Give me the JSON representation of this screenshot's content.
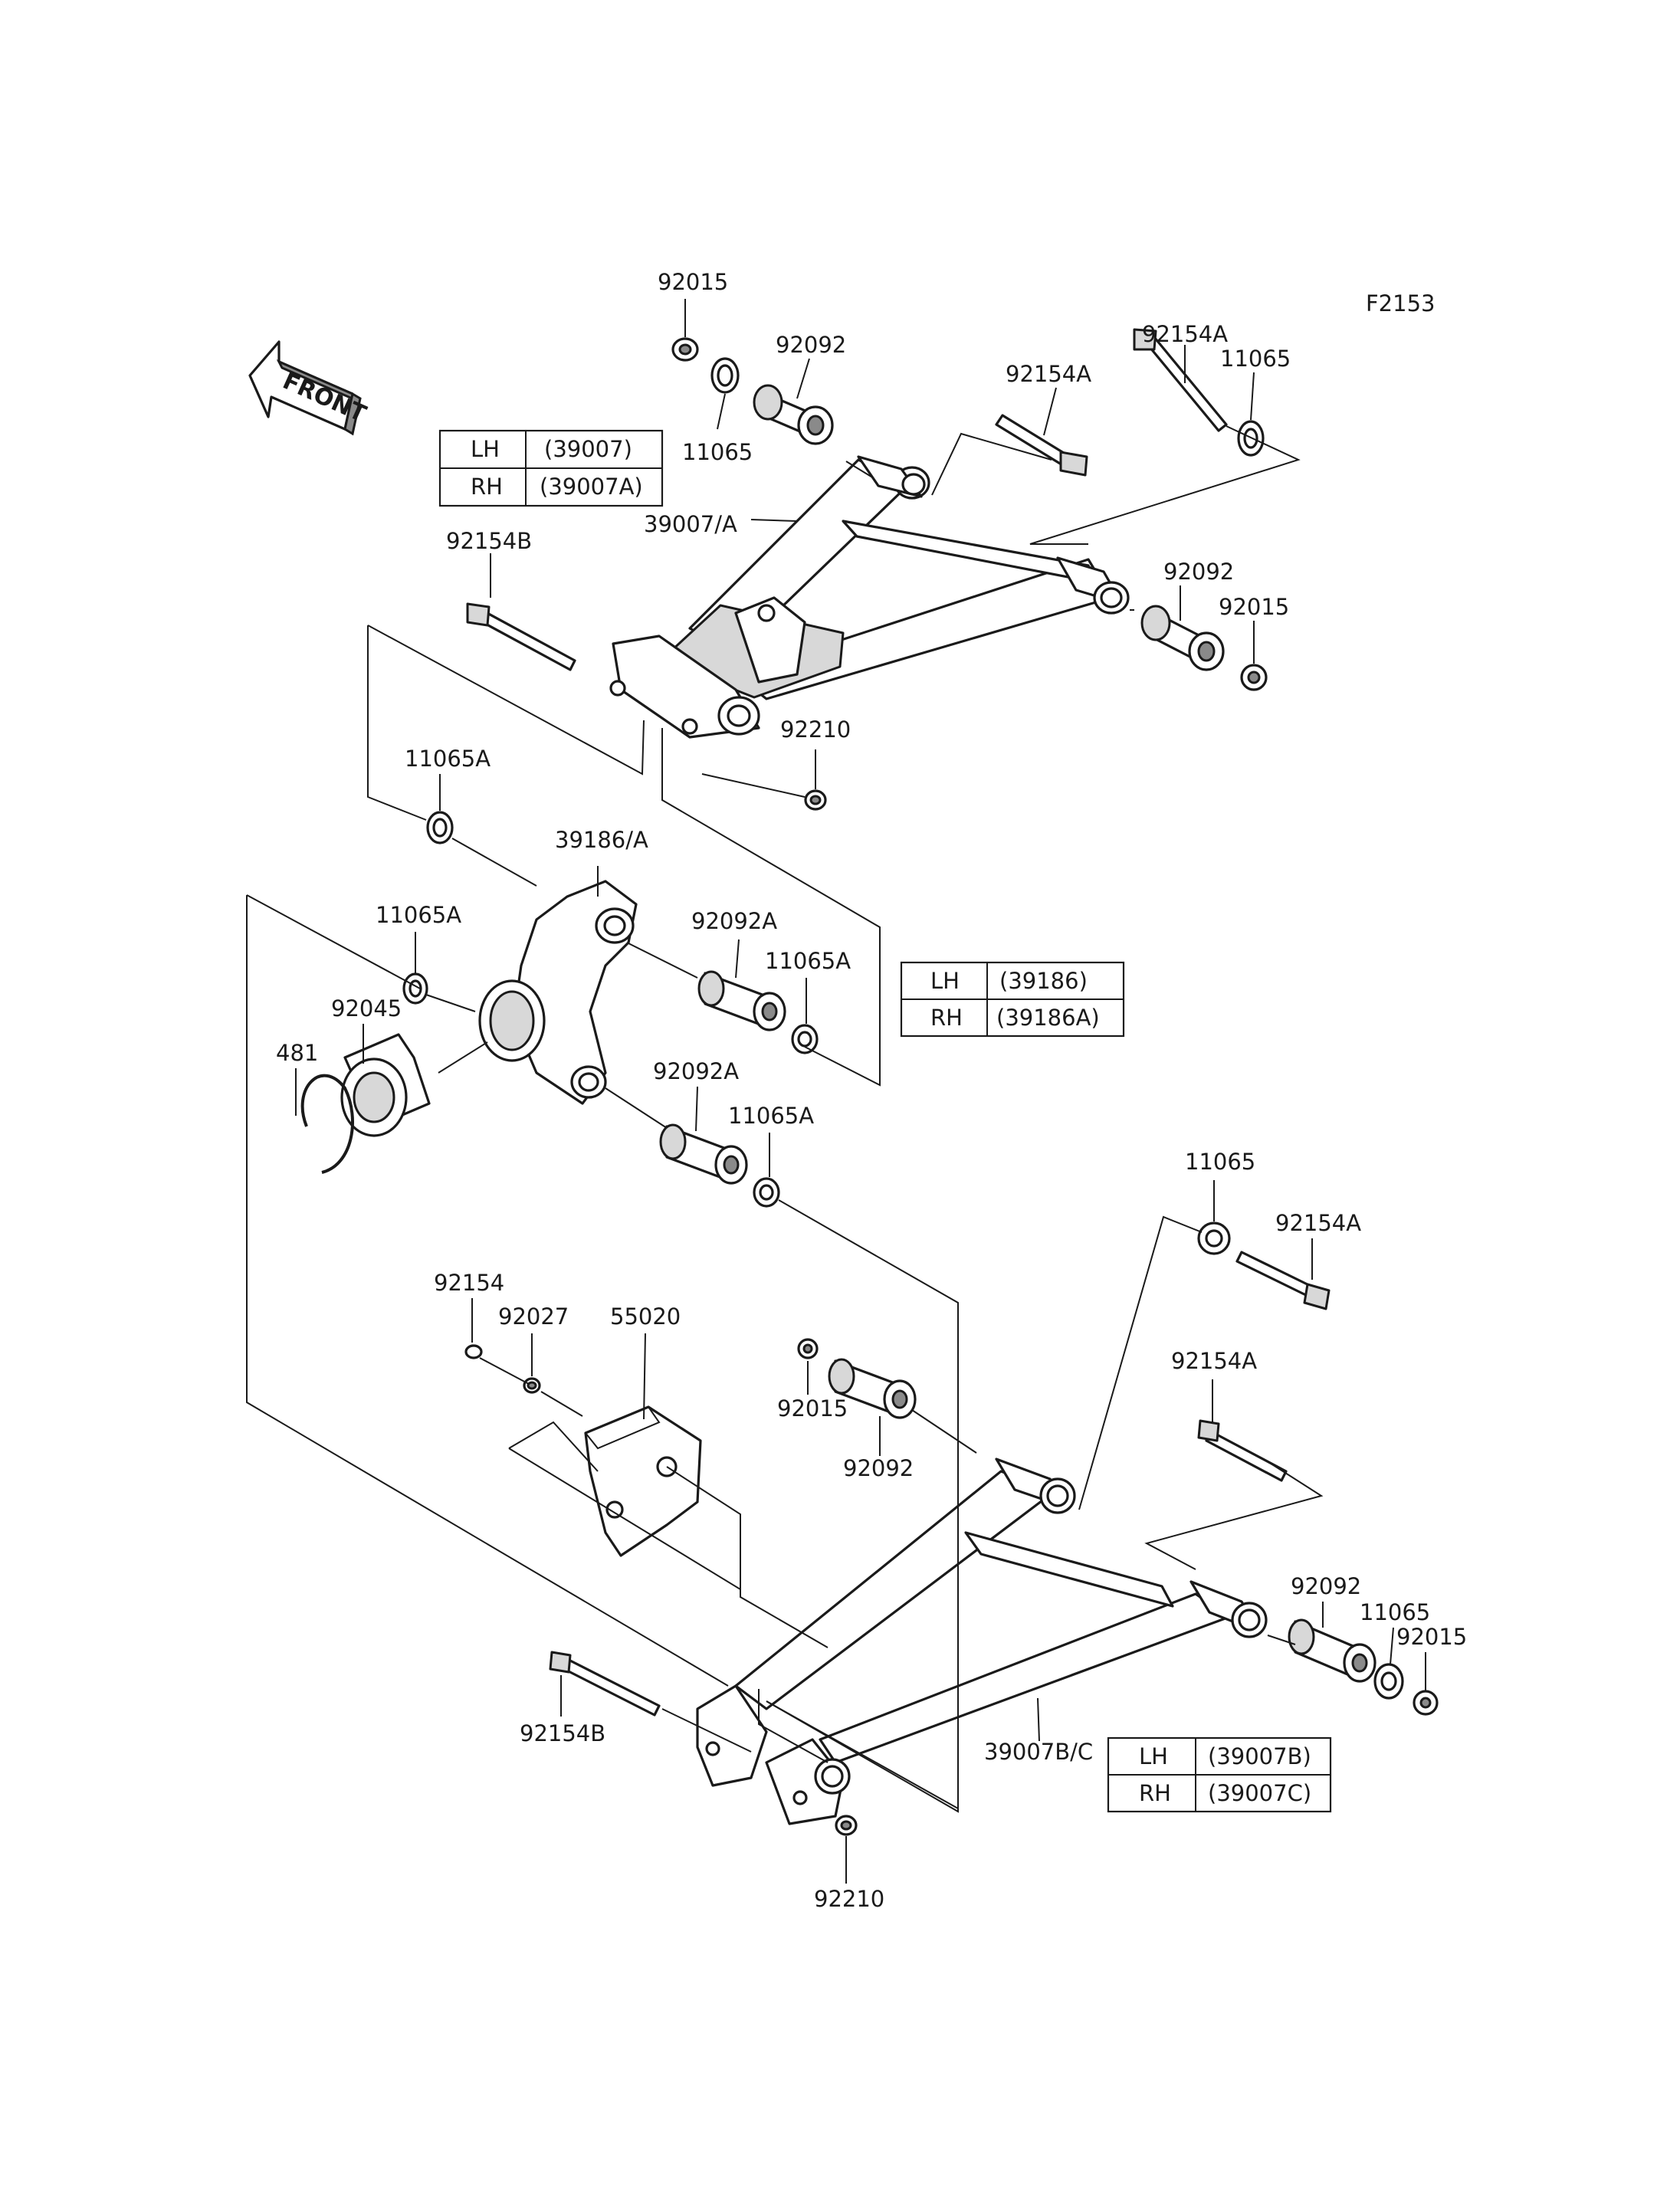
{
  "figure_code": "F2153",
  "front_badge": "FRONT",
  "callouts": [
    {
      "id": "c-92015-top",
      "text": "92015"
    },
    {
      "id": "c-11065-top",
      "text": "11065"
    },
    {
      "id": "c-92092-top",
      "text": "92092"
    },
    {
      "id": "c-92154A-top1",
      "text": "92154A"
    },
    {
      "id": "c-92154A-top2",
      "text": "92154A"
    },
    {
      "id": "c-11065-topright",
      "text": "11065"
    },
    {
      "id": "c-39007A",
      "text": "39007/A"
    },
    {
      "id": "c-92154B-top",
      "text": "92154B"
    },
    {
      "id": "c-92092-right",
      "text": "92092"
    },
    {
      "id": "c-92015-right",
      "text": "92015"
    },
    {
      "id": "c-92210-top",
      "text": "92210"
    },
    {
      "id": "c-11065A-1",
      "text": "11065A"
    },
    {
      "id": "c-39186A",
      "text": "39186/A"
    },
    {
      "id": "c-11065A-2",
      "text": "11065A"
    },
    {
      "id": "c-92092A-1",
      "text": "92092A"
    },
    {
      "id": "c-11065A-3",
      "text": "11065A"
    },
    {
      "id": "c-92045",
      "text": "92045"
    },
    {
      "id": "c-481",
      "text": "481"
    },
    {
      "id": "c-92092A-2",
      "text": "92092A"
    },
    {
      "id": "c-11065A-4",
      "text": "11065A"
    },
    {
      "id": "c-11065-mid",
      "text": "11065"
    },
    {
      "id": "c-92154A-mid",
      "text": "92154A"
    },
    {
      "id": "c-92154",
      "text": "92154"
    },
    {
      "id": "c-92027",
      "text": "92027"
    },
    {
      "id": "c-55020",
      "text": "55020"
    },
    {
      "id": "c-92015-mid",
      "text": "92015"
    },
    {
      "id": "c-92092-mid",
      "text": "92092"
    },
    {
      "id": "c-92154A-low",
      "text": "92154A"
    },
    {
      "id": "c-92092-low",
      "text": "92092"
    },
    {
      "id": "c-11065-low",
      "text": "11065"
    },
    {
      "id": "c-92015-low",
      "text": "92015"
    },
    {
      "id": "c-92154B-low",
      "text": "92154B"
    },
    {
      "id": "c-39007BC",
      "text": "39007B/C"
    },
    {
      "id": "c-92210-low",
      "text": "92210"
    }
  ],
  "side_tables": [
    {
      "id": "upper-arm",
      "rows": [
        {
          "side": "LH",
          "part": "(39007)"
        },
        {
          "side": "RH",
          "part": "(39007A)"
        }
      ]
    },
    {
      "id": "knuckle",
      "rows": [
        {
          "side": "LH",
          "part": "(39186)"
        },
        {
          "side": "RH",
          "part": "(39186A)"
        }
      ]
    },
    {
      "id": "lower-arm",
      "rows": [
        {
          "side": "LH",
          "part": "(39007B)"
        },
        {
          "side": "RH",
          "part": "(39007C)"
        }
      ]
    }
  ]
}
